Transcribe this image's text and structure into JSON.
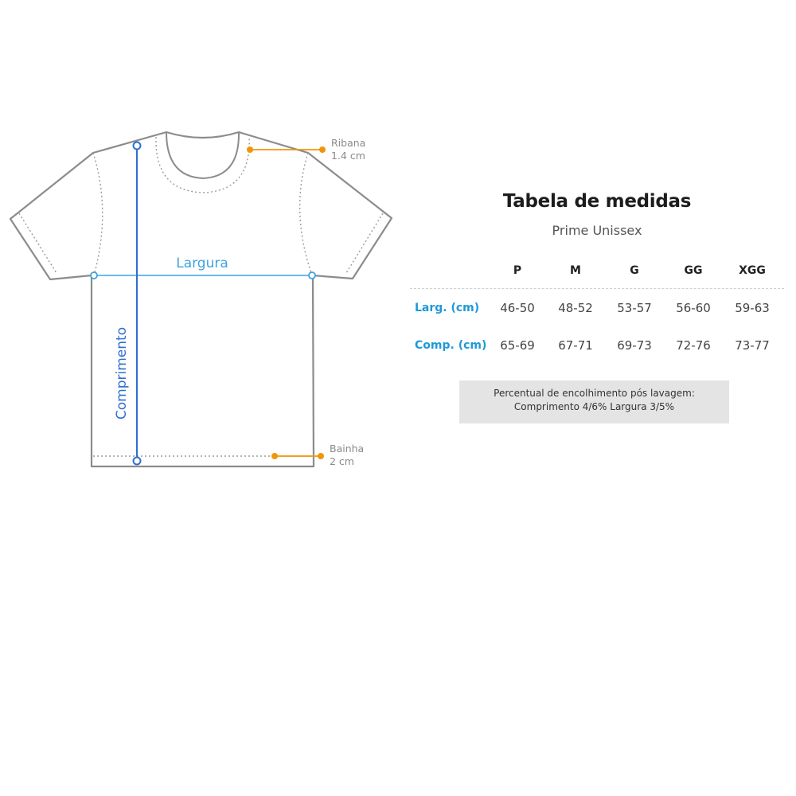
{
  "diagram": {
    "labels": {
      "width": "Largura",
      "length": "Comprimento",
      "collar_name": "Ribana",
      "collar_value": "1.4 cm",
      "hem_name": "Bainha",
      "hem_value": "2 cm"
    },
    "colors": {
      "outline": "#8c8c8c",
      "width_line": "#3fa2e0",
      "length_line": "#2f6fd0",
      "callout": "#f0960a"
    }
  },
  "table": {
    "title": "Tabela de medidas",
    "subtitle": "Prime Unissex",
    "sizes": [
      "P",
      "M",
      "G",
      "GG",
      "XGG"
    ],
    "rows": [
      {
        "label": "Larg. (cm)",
        "values": [
          "46-50",
          "48-52",
          "53-57",
          "56-60",
          "59-63"
        ]
      },
      {
        "label": "Comp. (cm)",
        "values": [
          "65-69",
          "67-71",
          "69-73",
          "72-76",
          "73-77"
        ]
      }
    ],
    "note": {
      "line1": "Percentual de encolhimento pós lavagem:",
      "line2": "Comprimento 4/6% Largura 3/5%"
    },
    "colors": {
      "row_label": "#1e9ad6",
      "note_bg": "#e4e4e4"
    }
  }
}
